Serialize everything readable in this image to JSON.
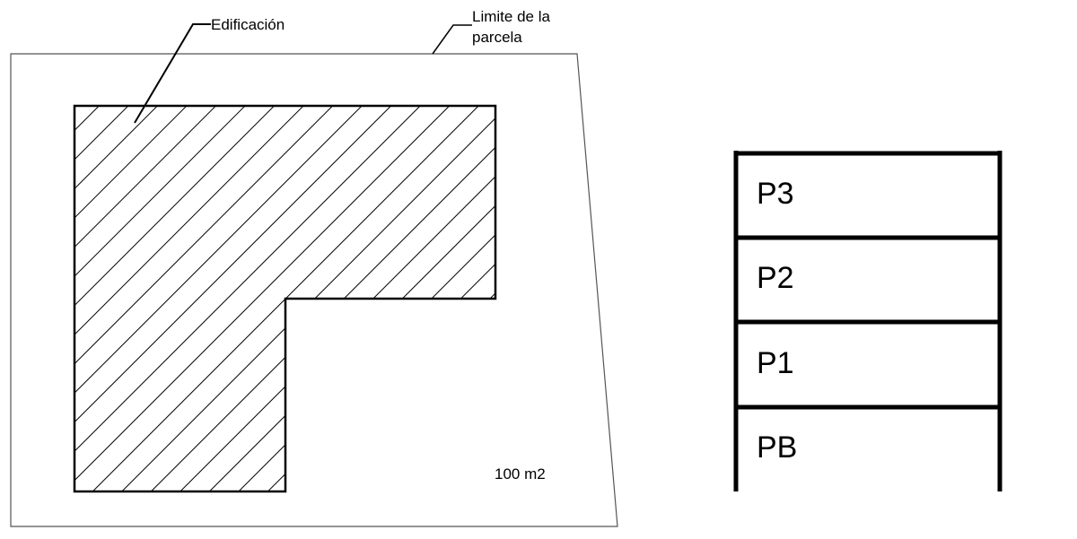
{
  "site_plan": {
    "labels": {
      "building": "Edificación",
      "parcel_line1": "Limite de la",
      "parcel_line2": "parcela",
      "area": "100 m2"
    }
  },
  "section": {
    "floors": [
      {
        "label": "P3"
      },
      {
        "label": "P2"
      },
      {
        "label": "P1"
      },
      {
        "label": "PB"
      }
    ]
  }
}
